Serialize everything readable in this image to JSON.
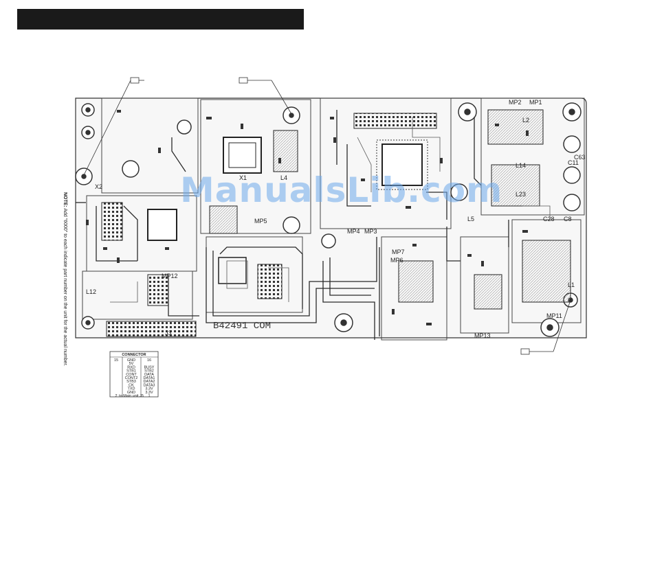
{
  "header": {
    "bar_color": "#1a1a1a"
  },
  "watermark": {
    "text": "ManualsLib.com"
  },
  "note": {
    "label": "NOTE:",
    "text": "Add \"6000\" to each indicate part number on the unit for the actual number."
  },
  "board": {
    "part_code": "B42491 COM",
    "trace_color": "#2a2a2a",
    "labels": {
      "x1": "X1",
      "x2": "X2",
      "l4": "L4",
      "mp5": "MP5",
      "mp6": "MP6",
      "mp4": "MP4",
      "mp1": "MP1",
      "mp2": "MP2",
      "mp3": "MP3",
      "mp7": "MP7",
      "mp11": "MP11",
      "mp12": "MP12",
      "mp13": "MP13",
      "l2": "L2",
      "l12": "L12",
      "l14": "L14",
      "l23": "L23",
      "c8": "C8",
      "c11": "C11",
      "c28": "C28",
      "c63": "C63",
      "l5": "L5",
      "l1": "L1",
      "j3": "J3"
    }
  },
  "connector_table": {
    "title": "CONNECTOR",
    "rows": [
      [
        "15",
        "GND",
        "16"
      ],
      [
        "",
        "5V",
        ""
      ],
      [
        "",
        "RXD",
        "BUSY"
      ],
      [
        "",
        "STB1",
        "STB2"
      ],
      [
        "",
        "CONT",
        "DATA"
      ],
      [
        "",
        "CONT2",
        "DATA1"
      ],
      [
        "",
        "STB3",
        "DATA2"
      ],
      [
        "",
        "CK",
        "DATA3"
      ],
      [
        "",
        "TXD",
        "3.3V"
      ],
      [
        "",
        "GND",
        "3.3V"
      ],
      [
        "2",
        "to Main unit J5",
        "1"
      ]
    ]
  }
}
